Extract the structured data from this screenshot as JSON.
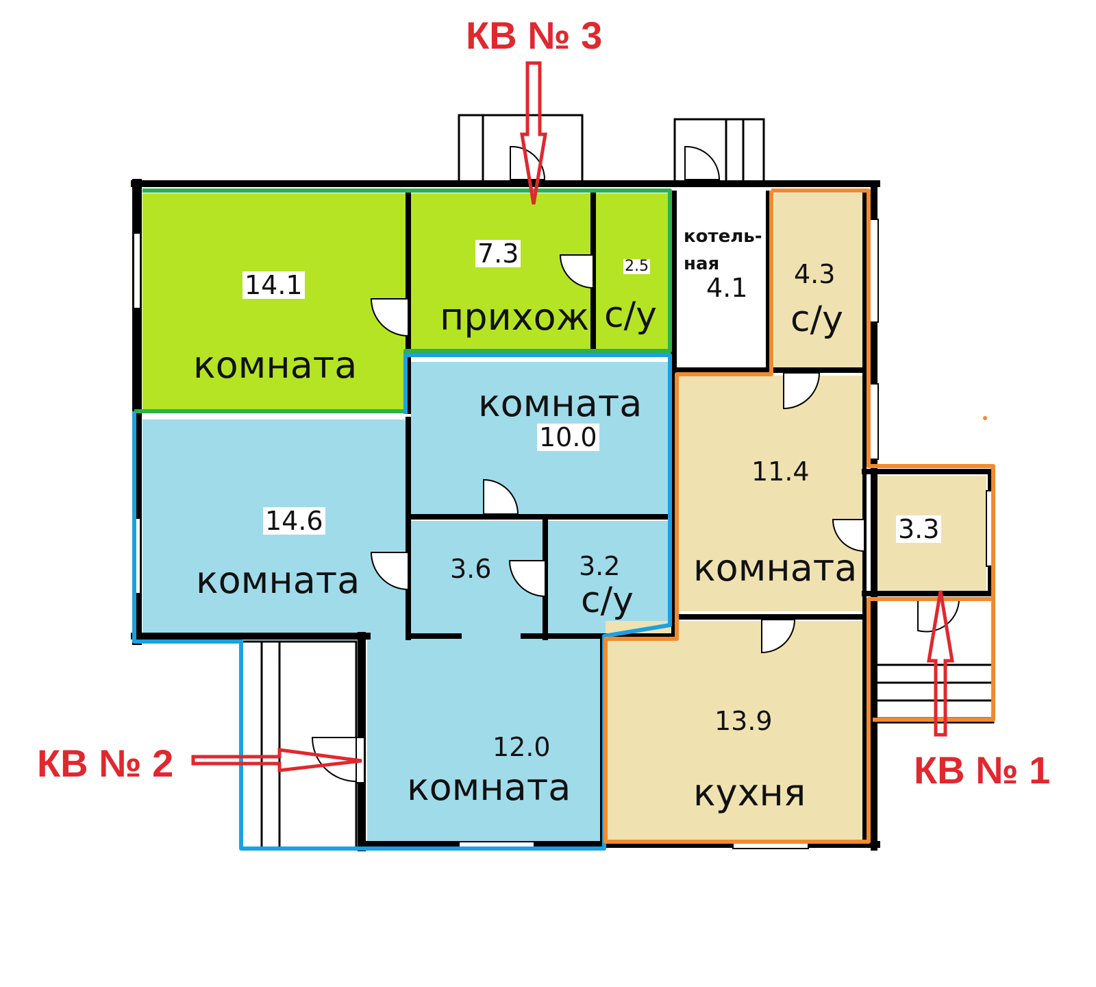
{
  "apartments": {
    "kv3": "КВ № 3",
    "kv2": "КВ № 2",
    "kv1": "КВ № 1"
  },
  "rooms": {
    "r14_1": {
      "area": "14.1",
      "name": "комната"
    },
    "r7_3": {
      "area": "7.3",
      "name": "прихож"
    },
    "r2_5": {
      "area": "2.5",
      "name": "с/у"
    },
    "r4_1": {
      "area": "4.1",
      "name_line1": "котель-",
      "name_line2": "ная"
    },
    "r4_3": {
      "area": "4.3",
      "name": "с/у"
    },
    "r10_0": {
      "area": "10.0",
      "name": "комната"
    },
    "r14_6": {
      "area": "14.6",
      "name": "комната"
    },
    "r3_6": {
      "area": "3.6"
    },
    "r3_2": {
      "area": "3.2",
      "name": "с/у"
    },
    "r11_4": {
      "area": "11.4",
      "name": "комната"
    },
    "r3_3": {
      "area": "3.3"
    },
    "r12_0": {
      "area": "12.0",
      "name": "комната"
    },
    "r13_9": {
      "area": "13.9",
      "name": "кухня"
    }
  },
  "colors": {
    "apt3_fill": "#b5e424",
    "apt3_outline": "#2bb24c",
    "apt2_fill": "#a0dbea",
    "apt2_outline": "#1ba1e2",
    "apt1_fill": "#efe2b0",
    "apt1_outline": "#f28a2e",
    "wall": "#000000",
    "arrow": "#e0282e"
  }
}
